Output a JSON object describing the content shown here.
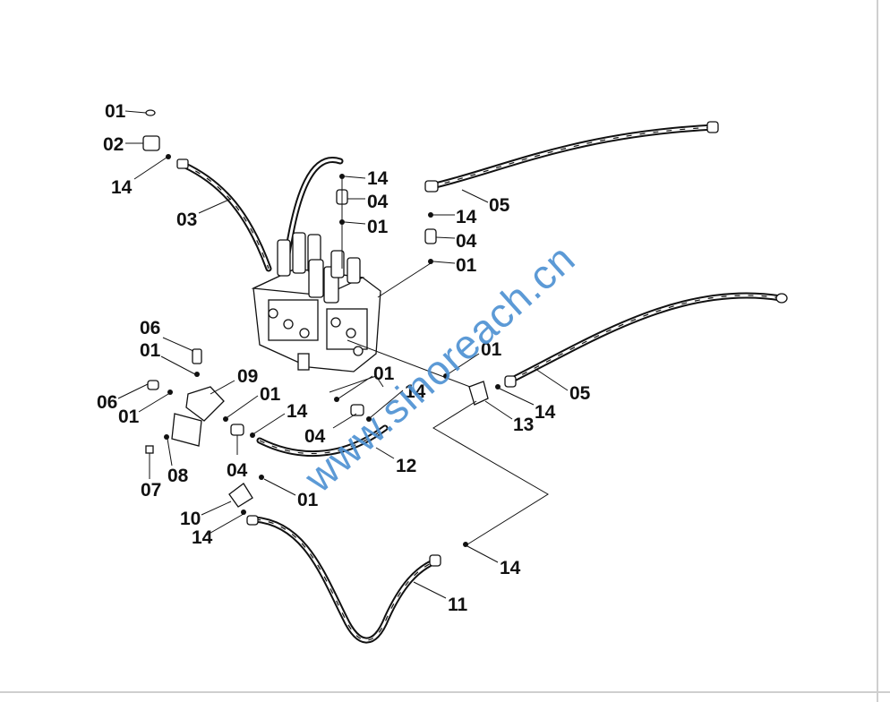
{
  "watermark": {
    "text": "www.sinoreach.cn",
    "color": "#4a8fd1"
  },
  "labels": {
    "l01a": "01",
    "l02": "02",
    "l14a": "14",
    "l03": "03",
    "l14b": "14",
    "l04a": "04",
    "l01b": "01",
    "l05a": "05",
    "l14c": "14",
    "l04b": "04",
    "l01c": "01",
    "l06a": "06",
    "l01d": "01",
    "l09": "09",
    "l06b": "06",
    "l01e": "01",
    "l01f": "01",
    "l01g": "01",
    "l14d": "14",
    "l01h": "01",
    "l14e": "14",
    "l04c": "04",
    "l04d": "04",
    "l12": "12",
    "l08": "08",
    "l07": "07",
    "l13": "13",
    "l14f": "14",
    "l05b": "05",
    "l10": "10",
    "l14g": "14",
    "l01i": "01",
    "l11": "11",
    "l14h": "14"
  }
}
